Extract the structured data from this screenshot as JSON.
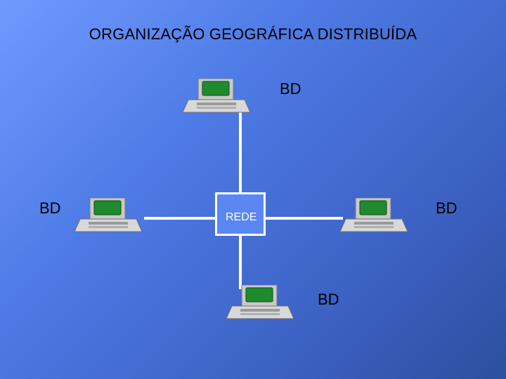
{
  "title": "ORGANIZAÇÃO GEOGRÁFICA DISTRIBUÍDA",
  "network": {
    "label": "REDE"
  },
  "nodes": [
    {
      "position": "top",
      "label": "BD"
    },
    {
      "position": "left",
      "label": "BD"
    },
    {
      "position": "right",
      "label": "BD"
    },
    {
      "position": "bottom",
      "label": "BD"
    }
  ],
  "colors": {
    "background": "#4f7be6",
    "lines": "#ffffff",
    "screen": "#1f8a2e"
  }
}
